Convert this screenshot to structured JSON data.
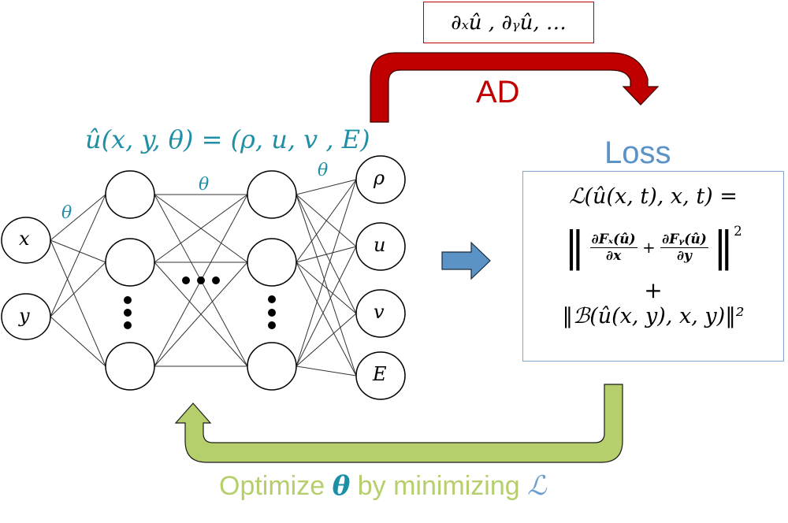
{
  "derivatives_box": {
    "text": "∂ₓû , ∂ᵧû, …"
  },
  "ad_arrow": {
    "label": "AD",
    "color": "#c00000"
  },
  "network": {
    "output_formula": "û(x, y, θ) = (ρ, u, v , E)",
    "weight_labels": [
      "θ",
      "θ",
      "θ"
    ],
    "inputs": [
      "x",
      "y"
    ],
    "outputs": [
      "ρ",
      "u",
      "v",
      "E"
    ],
    "ellipsis_horizontal": "•••",
    "hidden_layers": 2
  },
  "transfer_arrow": {
    "color": "#5b93c7"
  },
  "loss": {
    "title": "Loss",
    "line1": "ℒ(û(x, t), x, t) =",
    "pde_term": {
      "frac1_num": "∂Fₓ(û)",
      "frac1_den": "∂x",
      "plus": "+",
      "frac2_num": "∂Fᵧ(û)",
      "frac2_den": "∂y",
      "exponent": "2"
    },
    "plus": "+",
    "boundary_term": "‖ℬ(û(x, y), x, y)‖²"
  },
  "optimize_arrow": {
    "label_prefix": "Optimize ",
    "label_theta": "θ",
    "label_middle": " by minimizing ",
    "label_loss": "ℒ",
    "color": "#b5cf6c"
  }
}
